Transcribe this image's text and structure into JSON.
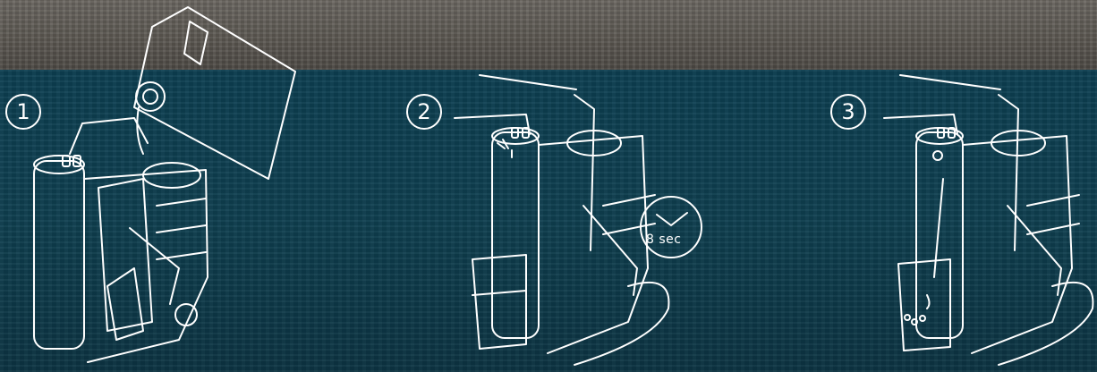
{
  "background": {
    "top_color": "#5a5650",
    "bottom_color": "#0f3c4d",
    "line_color": "#ffffff"
  },
  "steps": [
    {
      "number": "1",
      "icon": "fill-canister-icon"
    },
    {
      "number": "2",
      "icon": "timer-icon",
      "timer_label": "8 sec"
    },
    {
      "number": "3",
      "icon": "dispense-glass-icon"
    }
  ]
}
